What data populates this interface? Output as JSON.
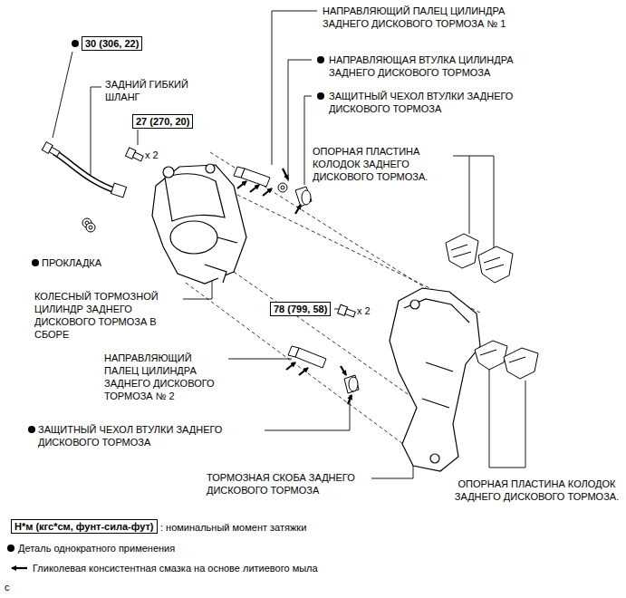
{
  "diagram": {
    "nodes": [
      {
        "text": [
          "30 (306, 22)"
        ]
      },
      {
        "text": [
          "27 (270, 20)"
        ]
      },
      {
        "text": [
          "78 (799, 58)"
        ]
      },
      {
        "text": [
          "Н*м (кгс*см, фунт-сила-фут)"
        ]
      }
    ],
    "labels": [
      "НАПРАВЛЯЮЩИЙ ПАЛЕЦ ЦИЛИНДРА ЗАДНЕГО ДИСКОВОГО ТОРМОЗА № 1",
      "НАПРАВЛЯЮЩАЯ ВТУЛКА ЦИЛИНДРА ЗАДНЕГО ДИСКОВОГО ТОРМОЗА",
      "ЗАЩИТНЫЙ ЧЕХОЛ ВТУЛКИ ЗАДНЕГО ДИСКОВОГО ТОРМОЗА",
      "ОПОРНАЯ ПЛАСТИНА КОЛОДОК ЗАДНЕГО ДИСКОВОГО ТОРМОЗА.",
      "ЗАДНИЙ ГИБКИЙ ШЛАНГ",
      "ПРОКЛАДКА",
      "КОЛЕСНЫЙ ТОРМОЗНОЙ ЦИЛИНДР ЗАДНЕГО ДИСКОВОГО ТОРМОЗА В СБОРЕ",
      "x 2",
      "x 2",
      "НАПРАВЛЯЮЩИЙ ПАЛЕЦ ЦИЛИНДРА ЗАДНЕГО ДИСКОВОГО ТОРМОЗА № 2",
      "ЗАЩИТНЫЙ ЧЕХОЛ ВТУЛКИ ЗАДНЕГО ДИСКОВОГО ТОРМОЗА",
      "ТОРМОЗНАЯ СКОБА ЗАДНЕГО ДИСКОВОГО ТОРМОЗА",
      "ОПОРНАЯ ПЛАСТИНА КОЛОДОК ЗАДНЕГО ДИСКОВОГО ТОРМОЗА.",
      "c"
    ],
    "legend": [
      {
        "text": ": номинальный момент затяжки"
      },
      {
        "text": "Деталь однократного применения"
      },
      {
        "text": "Гликолевая консистентная смазка на основе литиевого мыла"
      }
    ]
  }
}
